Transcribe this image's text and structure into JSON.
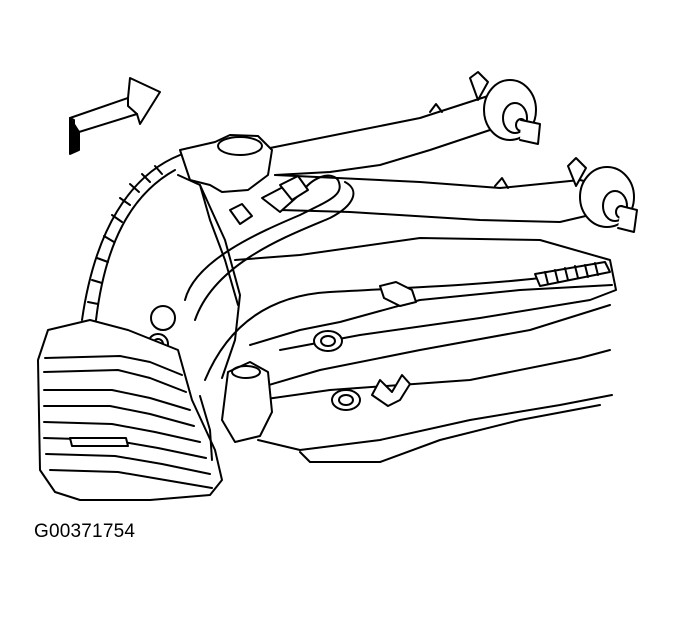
{
  "figure": {
    "code": "G00371754",
    "line_color": "#000000",
    "background_color": "#ffffff",
    "parts": {
      "direction_arrow": "direction-arrow",
      "upper_control_arm": "upper-control-arm",
      "lower_control_arm": "lower-control-arm",
      "wheel_speed_sensor_harness": "wheel-speed-sensor-harness",
      "brake_rotor": "brake-rotor",
      "brake_caliper": "brake-caliper",
      "crossmember": "crossmember",
      "knuckle": "knuckle"
    }
  }
}
